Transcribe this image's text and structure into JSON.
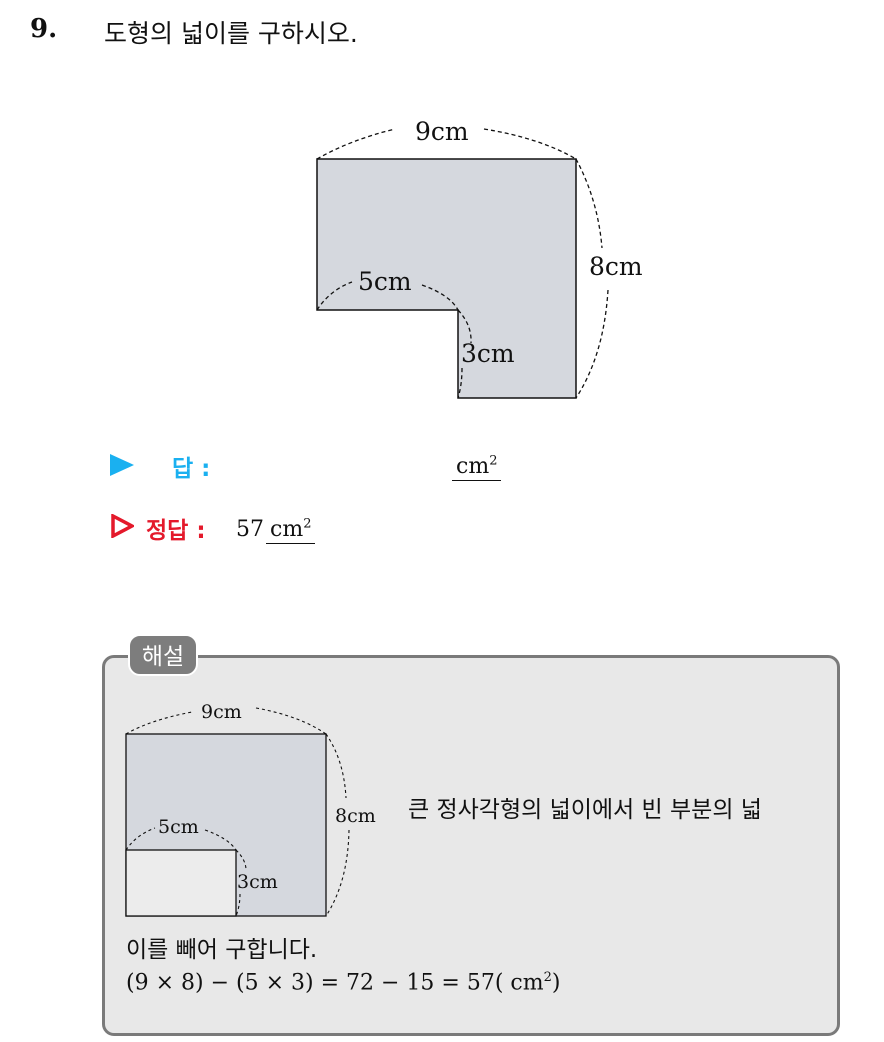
{
  "question": {
    "number": "9.",
    "text": "도형의 넓이를 구하시오."
  },
  "figure": {
    "label_top": "9cm",
    "label_right": "8cm",
    "label_inner_horizontal": "5cm",
    "label_inner_vertical": "3cm"
  },
  "answer": {
    "label": "답 :",
    "unit": "cm",
    "unit_exp": "2"
  },
  "correct": {
    "label": "정답 :",
    "value": "57",
    "unit": "cm",
    "unit_exp": "2"
  },
  "explanation": {
    "badge": "해설",
    "figure": {
      "label_top": "9cm",
      "label_right": "8cm",
      "label_inner_horizontal": "5cm",
      "label_inner_vertical": "3cm"
    },
    "text_line1": "큰 정사각형의 넓이에서 빈 부분의 넓",
    "text_line2": "이를 빼어 구합니다.",
    "formula": "(9 × 8) − (5 × 3) = 72 − 15 = 57( cm",
    "formula_exp": "2",
    "formula_close": ")"
  },
  "colors": {
    "shape_fill": "#d5d8de",
    "answer_accent": "#1ab0f0",
    "correct_accent": "#e4192b",
    "explanation_box": "#e8e8e8",
    "badge": "#7d7d7d"
  }
}
